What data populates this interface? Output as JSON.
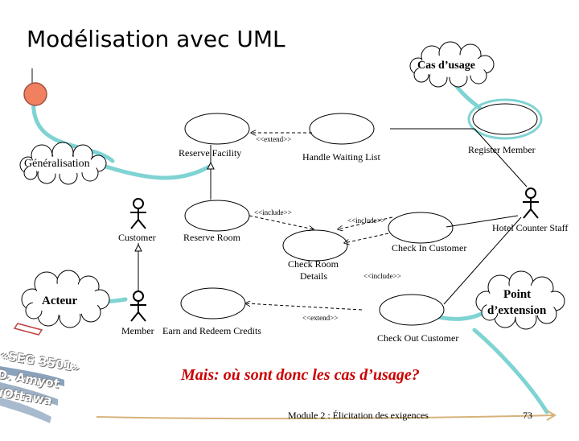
{
  "title": "Modélisation avec UML",
  "callouts": {
    "cas_usage": "Cas d’usage",
    "generalisation": "Généralisation",
    "acteur": "Acteur",
    "point_extension_line1": "Point",
    "point_extension_line2": "d’extension"
  },
  "use_cases": {
    "reserve_facility": "Reserve Facility",
    "handle_waiting_list": "Handle Waiting List",
    "register_member": "Register Member",
    "reserve_room": "Reserve Room",
    "check_in_customer": "Check In Customer",
    "check_room_details_line1": "Check Room",
    "check_room_details_line2": "Details",
    "earn_redeem_credits": "Earn and Redeem Credits",
    "check_out_customer": "Check Out Customer"
  },
  "actors": {
    "customer": "Customer",
    "hotel_counter_staff": "Hotel Counter Staff",
    "member": "Member"
  },
  "stereotypes": {
    "extend_top": "<<extend>>",
    "include_left": "<<include>>",
    "include_right": "<<include>>",
    "include_bottom": "<<include>>",
    "extend_bottom": "<<extend>>"
  },
  "question": "Mais: où sont donc les cas d’usage?",
  "footer": "Module 2 : Élicitation des exigences",
  "page_number": "73",
  "badge": {
    "line1": "«SEG 3501»",
    "line2": "D. Amyot",
    "line3": "uOttawa"
  },
  "colors": {
    "connector_cyan": "#7fd3d3",
    "pin_orange": "#f08060",
    "question_red": "#cc0000"
  }
}
